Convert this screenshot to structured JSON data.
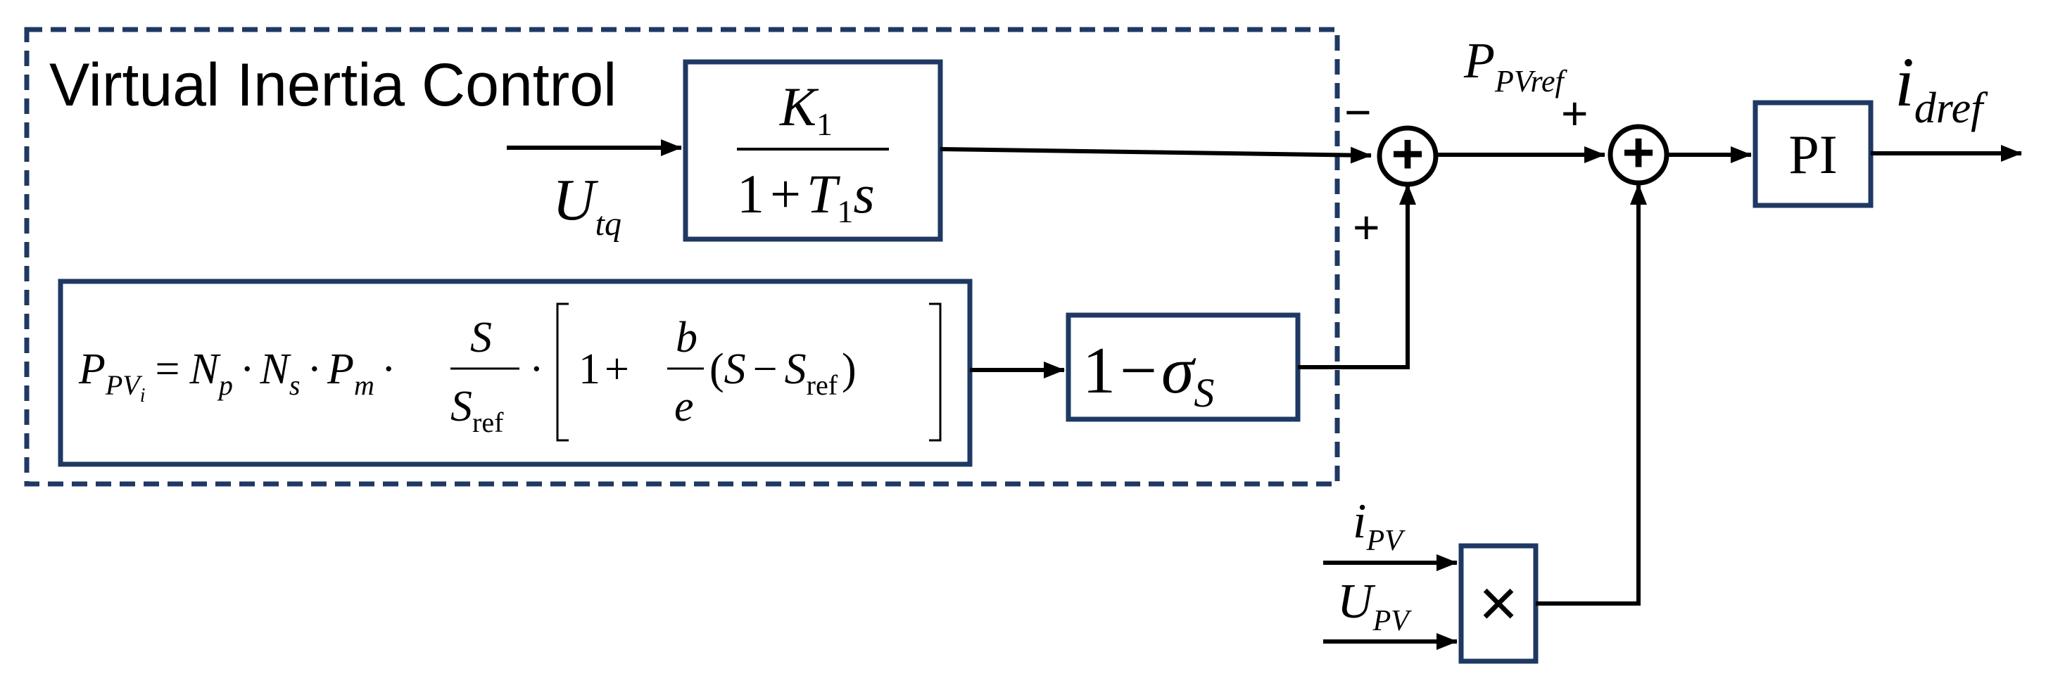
{
  "colors": {
    "block_border": "#1f3864",
    "dashed_border": "#1f3864",
    "line": "#000000",
    "background": "#ffffff"
  },
  "vic_region": {
    "title": "Virtual Inertia Control"
  },
  "input_utq": {
    "base": "U",
    "sub": "tq"
  },
  "block_lowpass": {
    "num_base": "K",
    "num_sub": "1",
    "den_one": "1",
    "den_plus": "+",
    "den_base": "T",
    "den_sub": "1",
    "den_s": "s"
  },
  "block_pv_formula": {
    "lhs_base": "P",
    "lhs_sub": "PV",
    "lhs_subsub": "i",
    "eq": "=",
    "np_base": "N",
    "np_sub": "p",
    "dot1": "·",
    "ns_base": "N",
    "ns_sub": "s",
    "dot2": "·",
    "pm_base": "P",
    "pm_sub": "m",
    "dot3": "·",
    "frac1_num": "S",
    "frac1_den_base": "S",
    "frac1_den_sub": "ref",
    "dot4": "·",
    "one": "1",
    "plus": "+",
    "frac2_num": "b",
    "frac2_den": "e",
    "paren_open": "(",
    "s_var": "S",
    "minus": "−",
    "sref_base": "S",
    "sref_sub": "ref",
    "paren_close": ")"
  },
  "block_sigma": {
    "one": "1",
    "minus": "−",
    "sigma": "σ",
    "sub": "S"
  },
  "sum1": {
    "glyph": "+",
    "sign_left": "−",
    "sign_bottom": "+"
  },
  "label_ppvref": {
    "base": "P",
    "sub": "PVref"
  },
  "sum2": {
    "glyph": "+",
    "sign_left": "+"
  },
  "block_pi": {
    "label": "PI"
  },
  "output_idref": {
    "base": "i",
    "sub": "dref"
  },
  "input_ipv": {
    "base": "i",
    "sub": "PV"
  },
  "input_upv": {
    "base": "U",
    "sub": "PV"
  },
  "block_multiply": {
    "glyph": "×"
  }
}
